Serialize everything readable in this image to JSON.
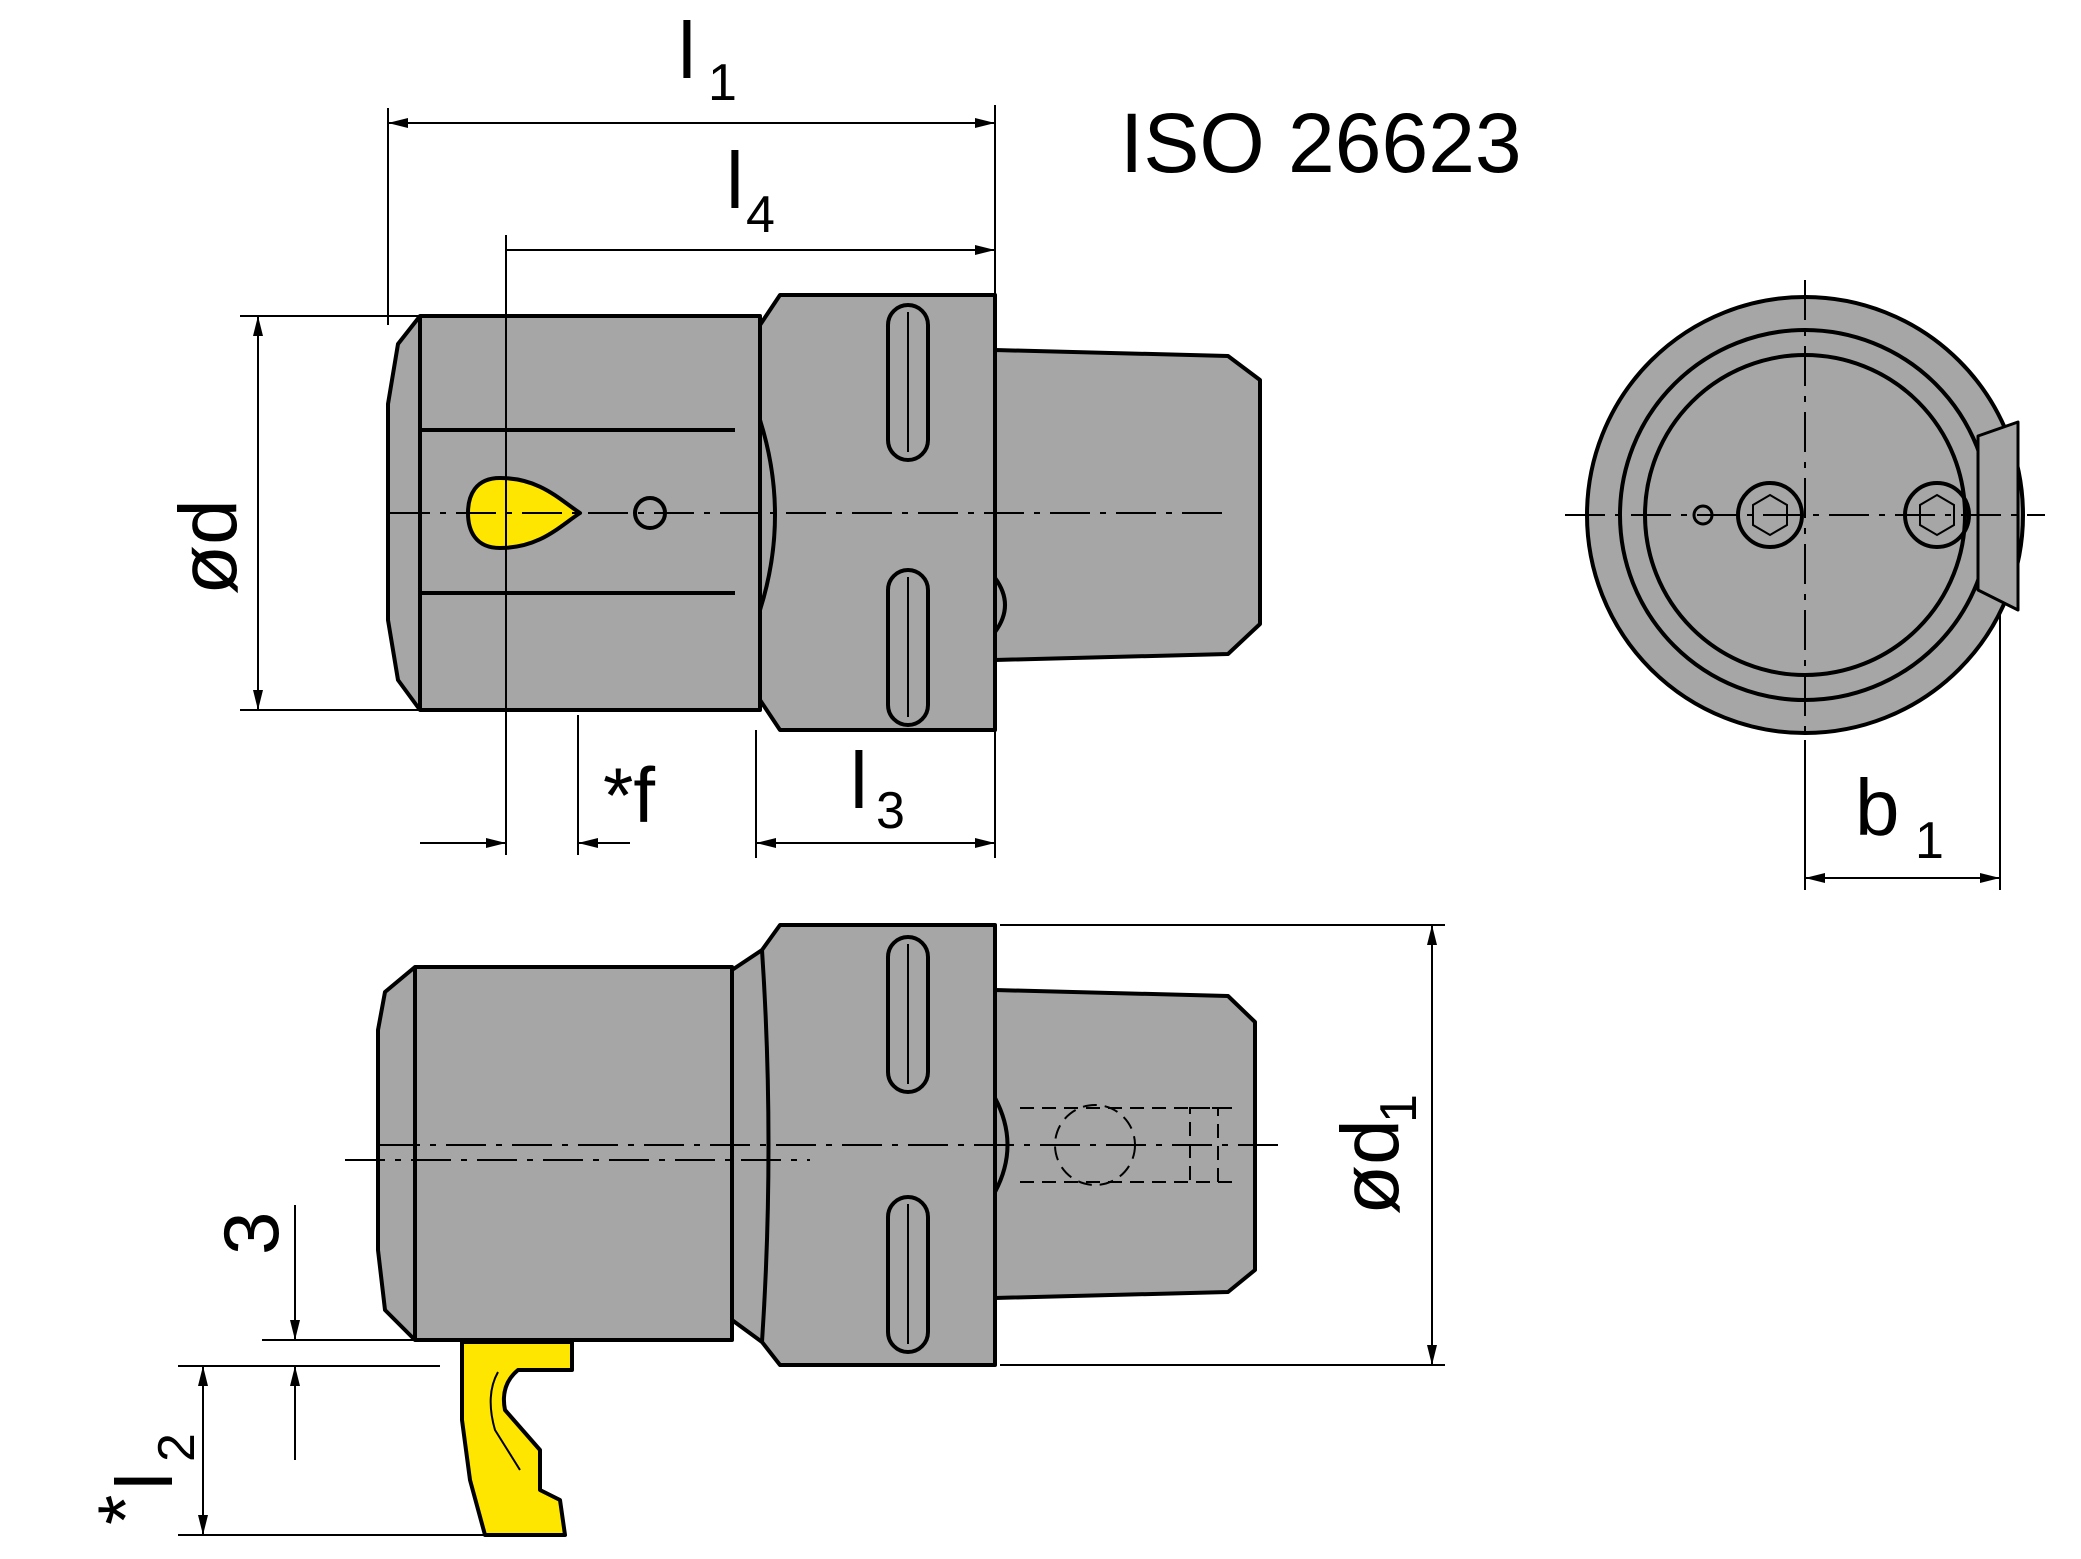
{
  "standard": "ISO 26623",
  "dimensions": {
    "l1": {
      "main": "l",
      "sub": "1"
    },
    "l4": {
      "main": "l",
      "sub": "4"
    },
    "l3": {
      "main": "l",
      "sub": "3"
    },
    "l2": {
      "prefix": "*",
      "main": "l",
      "sub": "2"
    },
    "d": {
      "main": "ød"
    },
    "d1": {
      "main": "ød",
      "sub": "1"
    },
    "f": {
      "main": "*f"
    },
    "b1": {
      "main": "b",
      "sub": "1"
    },
    "three": {
      "main": "3"
    }
  },
  "colors": {
    "body": "#a6a6a6",
    "insert": "#ffe600",
    "line": "#000000"
  }
}
